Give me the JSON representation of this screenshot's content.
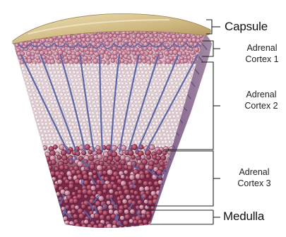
{
  "labels": {
    "capsule": "Capsule",
    "cortex1": {
      "line1": "Adrenal",
      "line2": "Cortex 1"
    },
    "cortex2": {
      "line1": "Adrenal",
      "line2": "Cortex 2"
    },
    "cortex3": {
      "line1": "Adrenal",
      "line2": "Cortex 3"
    },
    "medulla": "Medulla"
  },
  "colors": {
    "capsule": "#c9b27a",
    "capsule_highlight": "#e8d9a8",
    "glomerulosa_cell": "#b56a86",
    "fasciculata_cell": "#efe2e4",
    "reticularis_cell": "#8c2f4a",
    "vessel": "#5d6aa8",
    "side_face": "#7a5f86",
    "leader_line": "#222222"
  },
  "icons": [
    "adrenal-tissue-wedge-illustration"
  ]
}
